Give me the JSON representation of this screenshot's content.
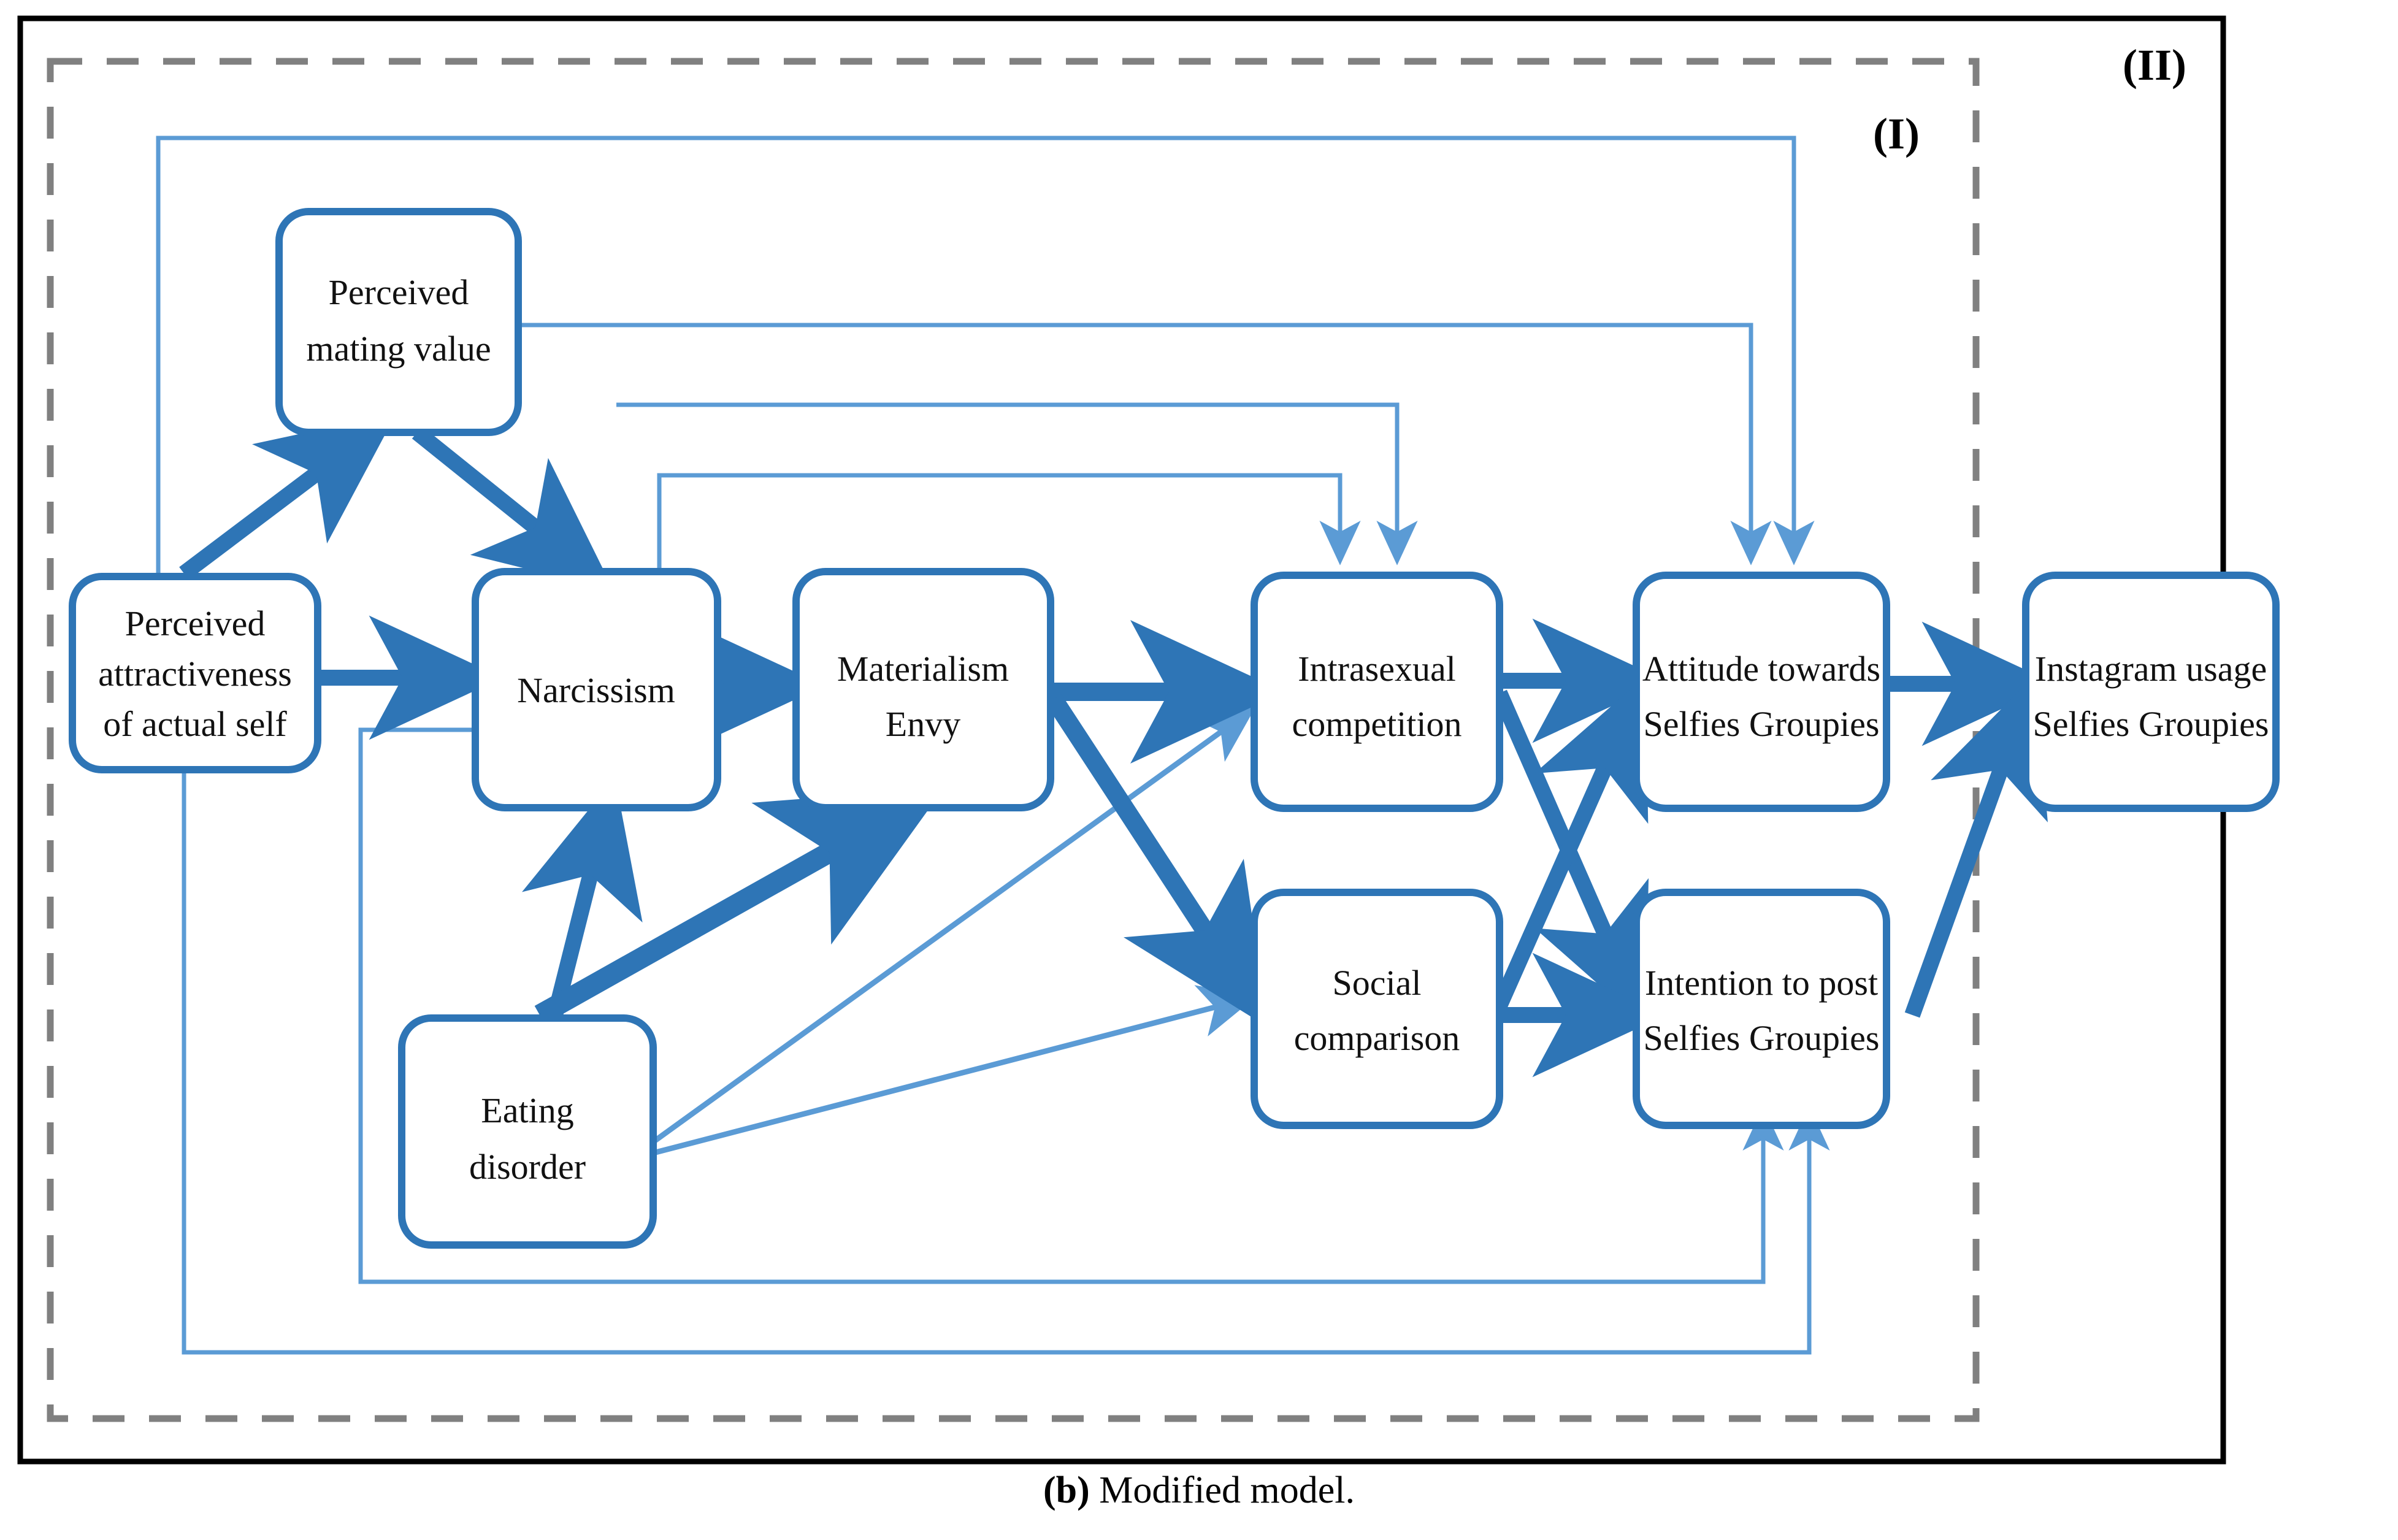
{
  "figure": {
    "caption_prefix": "(b)",
    "caption_text": "Modified model.",
    "group_labels": {
      "inner": "(I)",
      "outer": "(II)"
    },
    "colors": {
      "node_stroke": "#2E75B6",
      "thick_arrow": "#2E75B6",
      "thin_arrow": "#5B9BD5",
      "dashed_border": "#808080",
      "outer_border": "#000000",
      "node_fill": "#FFFFFF",
      "text": "#111111"
    }
  },
  "nodes": [
    {
      "id": "pa",
      "label_lines": [
        "Perceived",
        "attractiveness",
        "of actual self"
      ]
    },
    {
      "id": "pmv",
      "label_lines": [
        "Perceived",
        "mating value"
      ]
    },
    {
      "id": "nar",
      "label_lines": [
        "Narcissism"
      ]
    },
    {
      "id": "mat",
      "label_lines": [
        "Materialism",
        "Envy"
      ]
    },
    {
      "id": "eat",
      "label_lines": [
        "Eating",
        "disorder"
      ]
    },
    {
      "id": "isc",
      "label_lines": [
        "Intrasexual",
        "competition"
      ]
    },
    {
      "id": "soc",
      "label_lines": [
        "Social",
        "comparison"
      ]
    },
    {
      "id": "att",
      "label_lines": [
        "Attitude towards",
        "Selfies Groupies"
      ]
    },
    {
      "id": "int",
      "label_lines": [
        "Intention to post",
        "Selfies Groupies"
      ]
    },
    {
      "id": "ig",
      "label_lines": [
        "Instagram usage",
        "Selfies Groupies"
      ]
    }
  ],
  "edges": [
    {
      "from": "pa",
      "to": "pmv",
      "weight": "thick"
    },
    {
      "from": "pmv",
      "to": "nar",
      "weight": "thick"
    },
    {
      "from": "pa",
      "to": "nar",
      "weight": "thick"
    },
    {
      "from": "nar",
      "to": "mat",
      "weight": "thick"
    },
    {
      "from": "eat",
      "to": "nar",
      "weight": "thick"
    },
    {
      "from": "eat",
      "to": "mat",
      "weight": "thick"
    },
    {
      "from": "mat",
      "to": "isc",
      "weight": "thick"
    },
    {
      "from": "mat",
      "to": "soc",
      "weight": "thick"
    },
    {
      "from": "eat",
      "to": "isc",
      "weight": "thin"
    },
    {
      "from": "eat",
      "to": "soc",
      "weight": "thin"
    },
    {
      "from": "isc",
      "to": "att",
      "weight": "thick"
    },
    {
      "from": "isc",
      "to": "int",
      "weight": "thick"
    },
    {
      "from": "soc",
      "to": "att",
      "weight": "thick"
    },
    {
      "from": "soc",
      "to": "int",
      "weight": "thick"
    },
    {
      "from": "att",
      "to": "ig",
      "weight": "thick"
    },
    {
      "from": "int",
      "to": "ig",
      "weight": "thick"
    },
    {
      "from": "pa",
      "to": "att",
      "weight": "thin",
      "routing": "top"
    },
    {
      "from": "pmv",
      "to": "att",
      "weight": "thin",
      "routing": "top"
    },
    {
      "from": "pmv",
      "to": "isc",
      "weight": "thin",
      "routing": "top"
    },
    {
      "from": "nar",
      "to": "isc",
      "weight": "thin",
      "routing": "top"
    },
    {
      "from": "pa",
      "to": "int",
      "weight": "thin",
      "routing": "bottom"
    },
    {
      "from": "nar",
      "to": "int",
      "weight": "thin",
      "routing": "bottom"
    }
  ]
}
